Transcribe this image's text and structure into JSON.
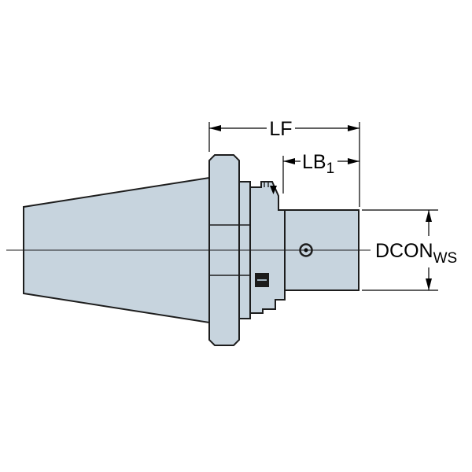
{
  "drawing": {
    "dimension_labels": {
      "length_full": "LF",
      "length_body": "LB",
      "length_body_sub": "1",
      "diameter": "DCON",
      "diameter_sub": "WS"
    },
    "colors": {
      "background": "#ffffff",
      "part_fill": "#c7d4de",
      "outline": "#1d1d1d",
      "dimension": "#000000",
      "screw_fill": "#1b1b1b"
    }
  }
}
